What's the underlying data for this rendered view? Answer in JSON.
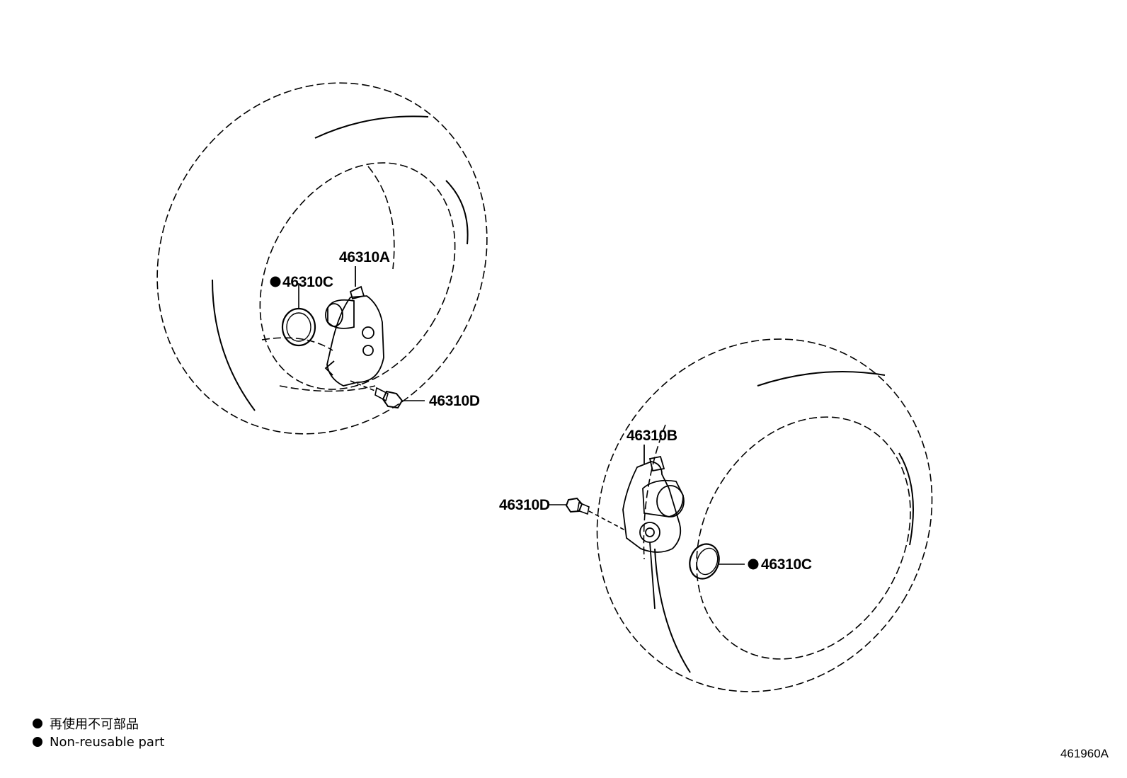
{
  "figure_id": "461960A",
  "callouts": {
    "left_actuator": "46310A",
    "left_seal": "46310C",
    "left_bolt": "46310D",
    "right_actuator": "46310B",
    "right_bolt": "46310D",
    "right_seal": "46310C"
  },
  "legend": {
    "items": [
      {
        "label": "再使用不可部品"
      },
      {
        "label": "Non-reusable part"
      }
    ]
  },
  "colors": {
    "line": "#000000",
    "background": "#ffffff"
  },
  "icons": {
    "non_reusable_marker": "filled-circle"
  }
}
